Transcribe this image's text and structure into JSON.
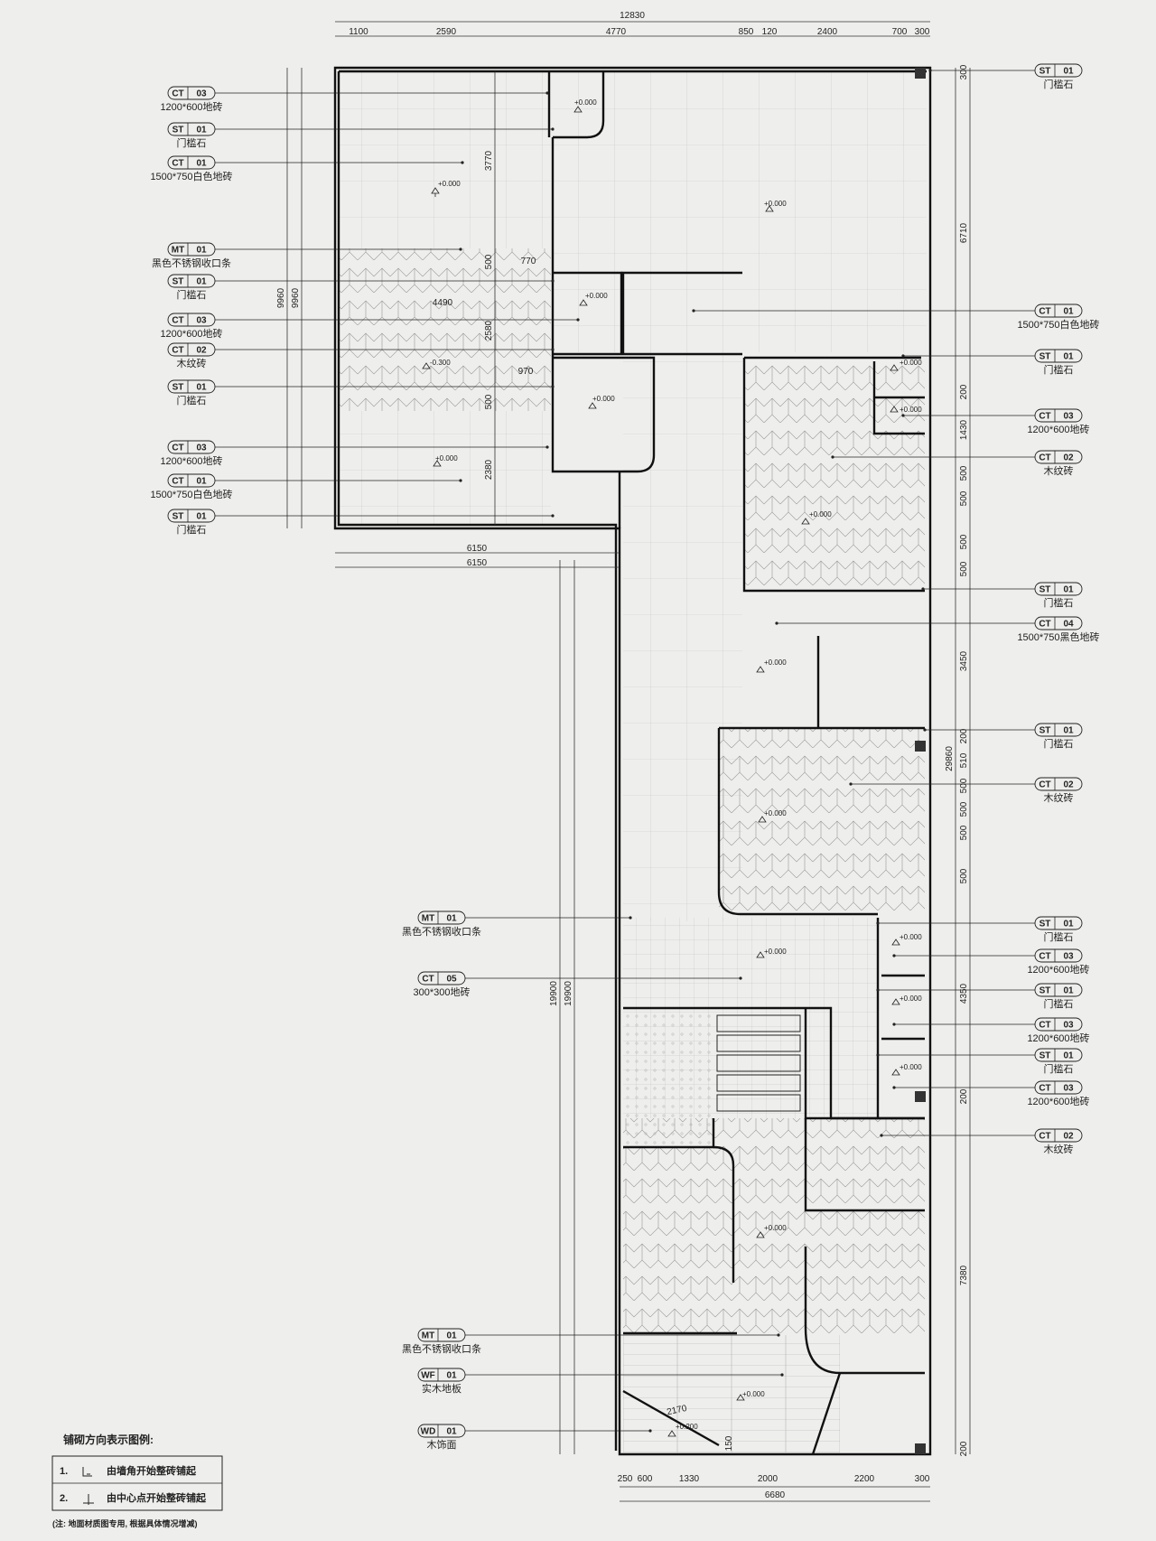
{
  "dimensions": {
    "top_total": "12830",
    "top_segments": [
      "1100",
      "2590",
      "4770",
      "850",
      "120",
      "2400",
      "700",
      "300"
    ],
    "bottom_segments": [
      "250",
      "600",
      "1330",
      "2000",
      "2200",
      "300"
    ],
    "bottom_total": "6680",
    "left_height": "9960",
    "left_segments": [
      "3770",
      "500",
      "2580",
      "500",
      "2380"
    ],
    "inner_4490": "4490",
    "inner_770": "770",
    "inner_970": "970",
    "width_6150": "6150",
    "right_segments": [
      "300",
      "6710",
      "200",
      "1430",
      "500",
      "500",
      "500",
      "500",
      "3450",
      "200",
      "510",
      "500",
      "500",
      "500",
      "500",
      "4350",
      "200",
      "7380",
      "200"
    ],
    "right_total": "29860",
    "tall_19900": "19900",
    "diag_2170": "2170",
    "small_150": "150"
  },
  "levels": {
    "zero": "+0.000",
    "minus300": "-0.300",
    "plus200": "+0.200"
  },
  "left_callouts": [
    {
      "code": "CT",
      "num": "03",
      "text": "1200*600地砖"
    },
    {
      "code": "ST",
      "num": "01",
      "text": "门槛石"
    },
    {
      "code": "CT",
      "num": "01",
      "text": "1500*750白色地砖"
    },
    {
      "code": "MT",
      "num": "01",
      "text": "黑色不锈钢收口条"
    },
    {
      "code": "ST",
      "num": "01",
      "text": "门槛石"
    },
    {
      "code": "CT",
      "num": "03",
      "text": "1200*600地砖"
    },
    {
      "code": "CT",
      "num": "02",
      "text": "木纹砖"
    },
    {
      "code": "ST",
      "num": "01",
      "text": "门槛石"
    },
    {
      "code": "CT",
      "num": "03",
      "text": "1200*600地砖"
    },
    {
      "code": "CT",
      "num": "01",
      "text": "1500*750白色地砖"
    },
    {
      "code": "ST",
      "num": "01",
      "text": "门槛石"
    },
    {
      "code": "MT",
      "num": "01",
      "text": "黑色不锈钢收口条"
    },
    {
      "code": "CT",
      "num": "05",
      "text": "300*300地砖"
    },
    {
      "code": "MT",
      "num": "01",
      "text": "黑色不锈钢收口条"
    },
    {
      "code": "WF",
      "num": "01",
      "text": "实木地板"
    },
    {
      "code": "WD",
      "num": "01",
      "text": "木饰面"
    }
  ],
  "right_callouts": [
    {
      "code": "ST",
      "num": "01",
      "text": "门槛石"
    },
    {
      "code": "CT",
      "num": "01",
      "text": "1500*750白色地砖"
    },
    {
      "code": "ST",
      "num": "01",
      "text": "门槛石"
    },
    {
      "code": "CT",
      "num": "03",
      "text": "1200*600地砖"
    },
    {
      "code": "CT",
      "num": "02",
      "text": "木纹砖"
    },
    {
      "code": "ST",
      "num": "01",
      "text": "门槛石"
    },
    {
      "code": "CT",
      "num": "04",
      "text": "1500*750黑色地砖"
    },
    {
      "code": "ST",
      "num": "01",
      "text": "门槛石"
    },
    {
      "code": "CT",
      "num": "02",
      "text": "木纹砖"
    },
    {
      "code": "ST",
      "num": "01",
      "text": "门槛石"
    },
    {
      "code": "CT",
      "num": "03",
      "text": "1200*600地砖"
    },
    {
      "code": "ST",
      "num": "01",
      "text": "门槛石"
    },
    {
      "code": "CT",
      "num": "03",
      "text": "1200*600地砖"
    },
    {
      "code": "ST",
      "num": "01",
      "text": "门槛石"
    },
    {
      "code": "CT",
      "num": "03",
      "text": "1200*600地砖"
    },
    {
      "code": "CT",
      "num": "02",
      "text": "木纹砖"
    }
  ],
  "legend": {
    "title": "铺砌方向表示图例:",
    "item1_num": "1.",
    "item1_text": "由墙角开始整砖铺起",
    "item2_num": "2.",
    "item2_text": "由中心点开始整砖铺起",
    "note": "(注: 地面材质图专用, 根据具体情况增减)"
  },
  "colors": {
    "background": "#eeeeec",
    "line": "#222222",
    "wall": "#111111",
    "grid": "#b8b8b8"
  }
}
